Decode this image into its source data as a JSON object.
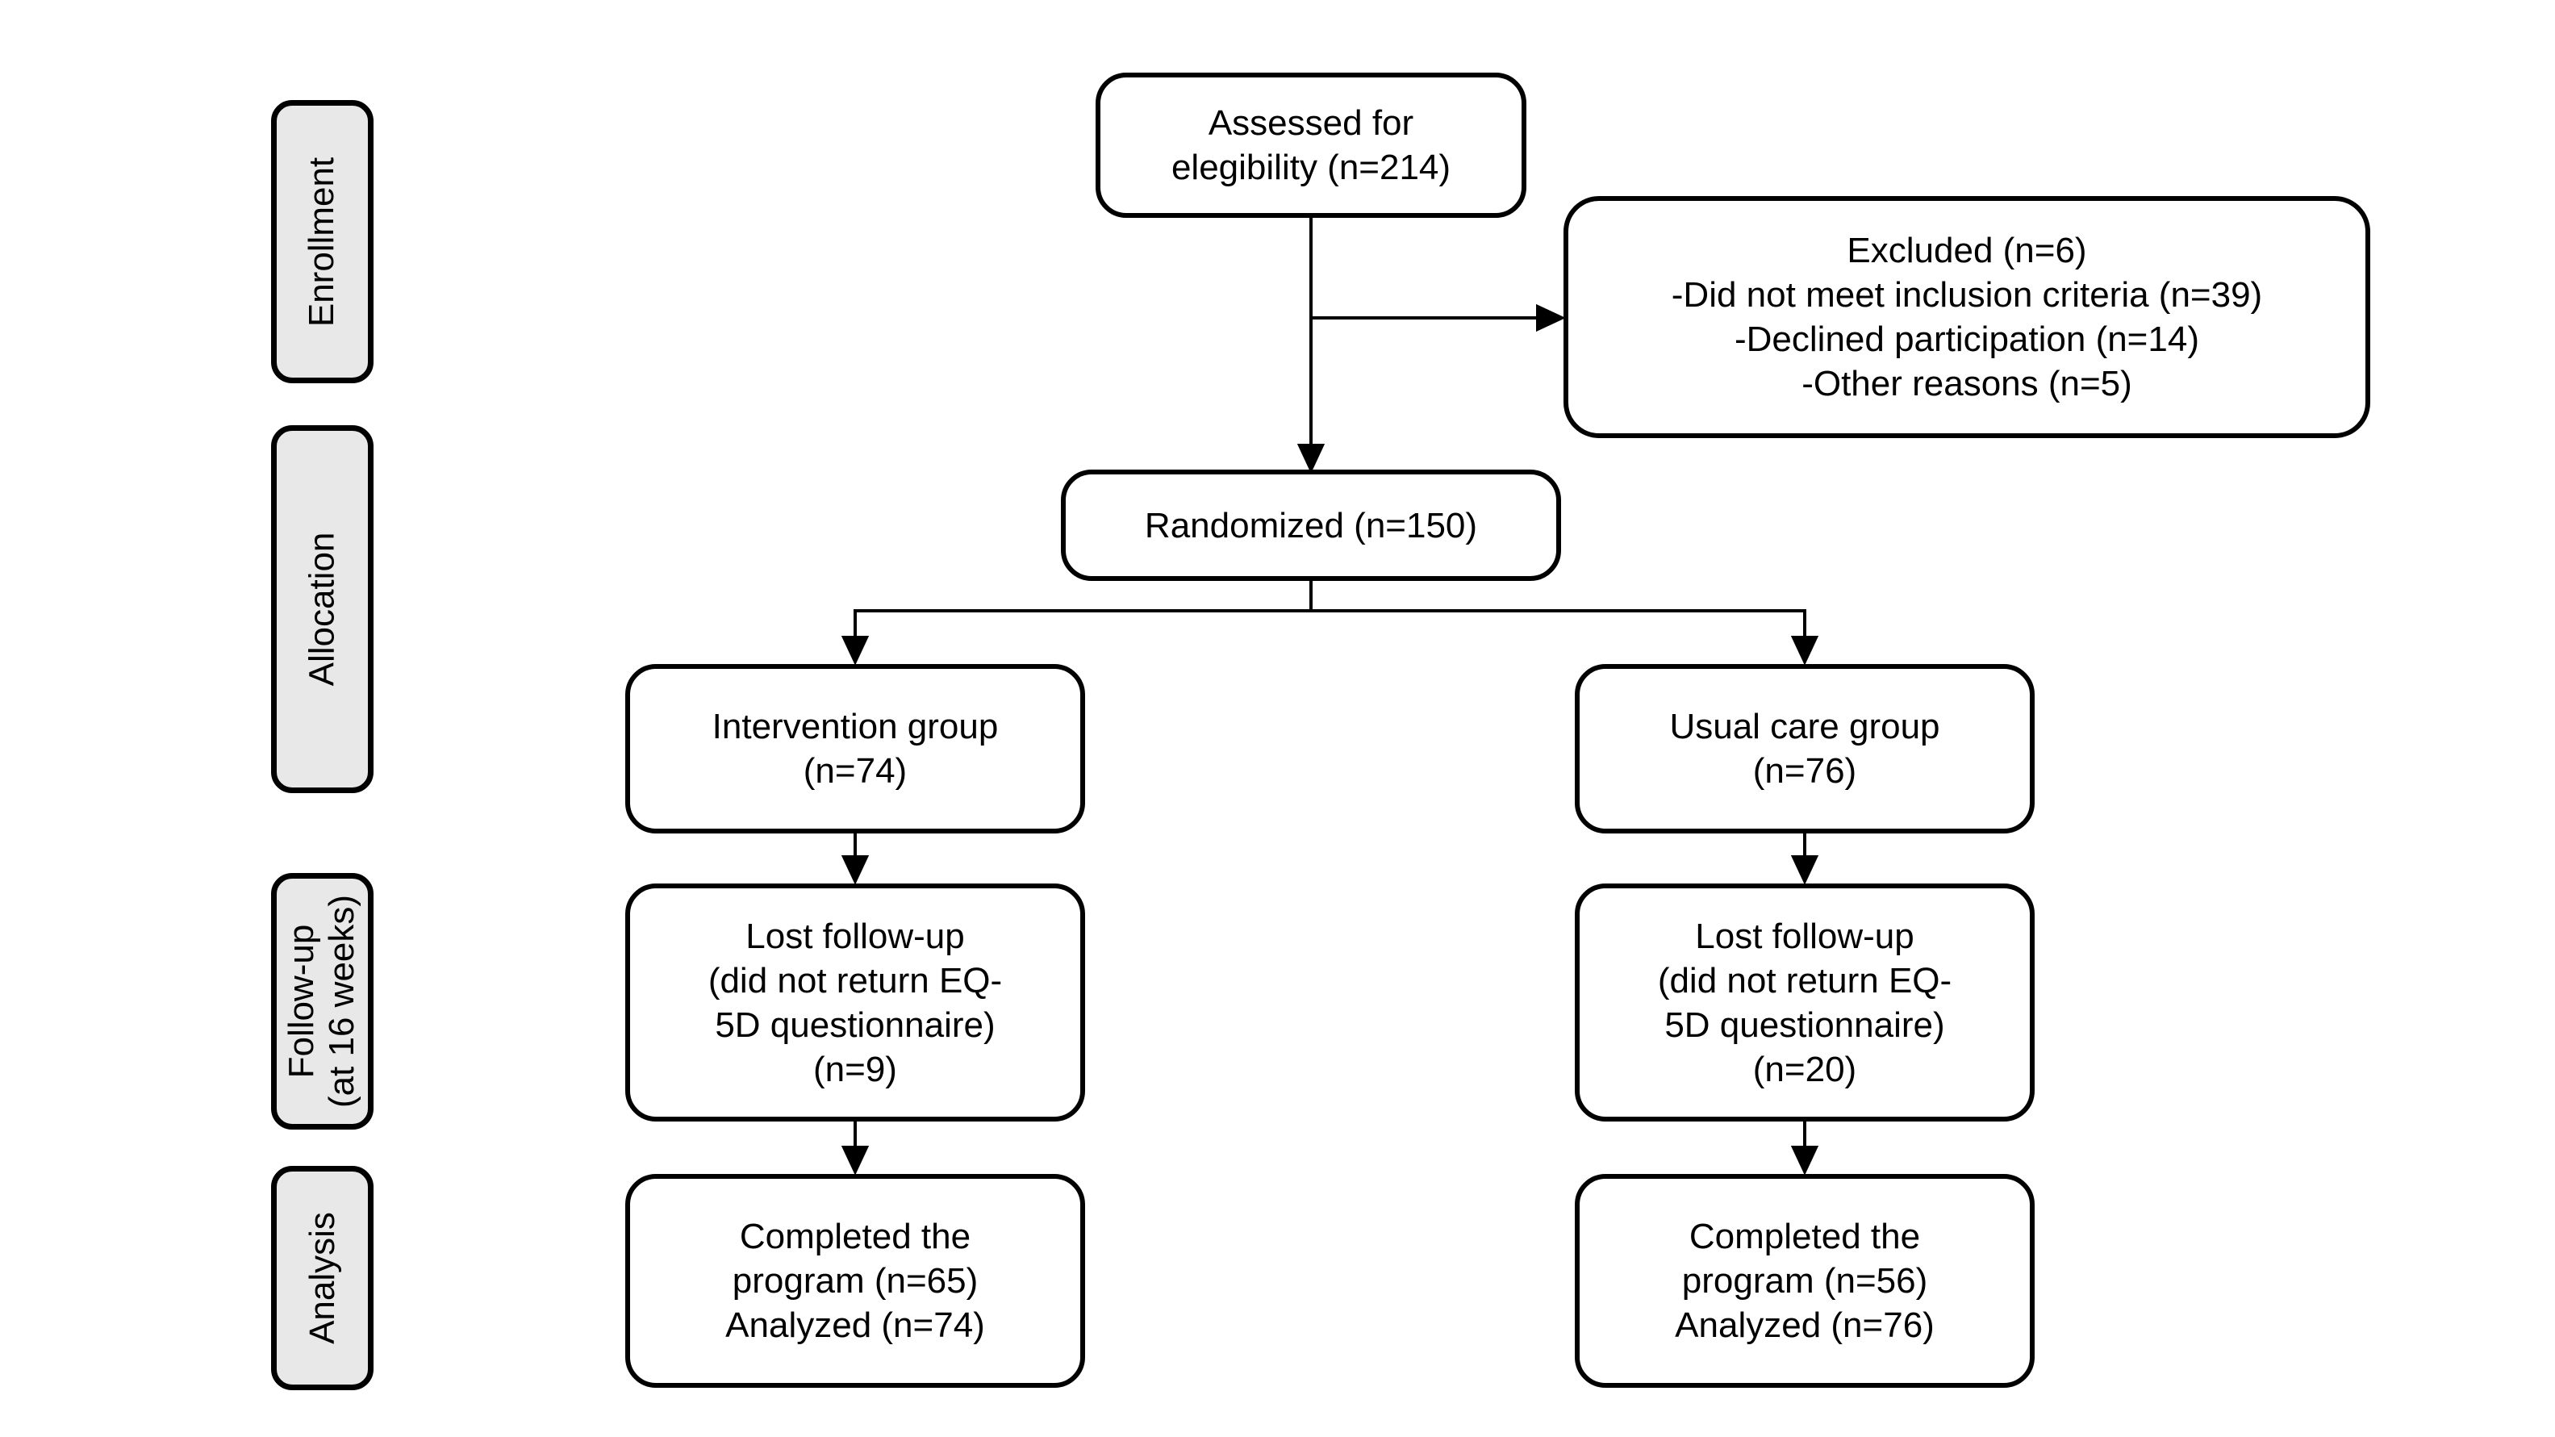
{
  "figure": {
    "type": "consort-flow-diagram",
    "colors": {
      "background": "#ffffff",
      "node_fill": "#ffffff",
      "node_border": "#000000",
      "stage_fill": "#e8e8e8",
      "text": "#000000",
      "connector": "#000000"
    }
  },
  "stages": [
    {
      "id": "enrollment",
      "lines": [
        "Enrollment"
      ]
    },
    {
      "id": "allocation",
      "lines": [
        "Allocation"
      ]
    },
    {
      "id": "followup",
      "lines": [
        "Follow-up",
        "(at 16 weeks)"
      ]
    },
    {
      "id": "analysis",
      "lines": [
        "Analysis"
      ]
    }
  ],
  "boxes": {
    "assessed": {
      "lines": [
        "Assessed for",
        "elegibility (n=214)"
      ]
    },
    "excluded": {
      "lines": [
        "Excluded (n=6)",
        "-Did not meet inclusion criteria (n=39)",
        "-Declined participation (n=14)",
        "-Other reasons (n=5)"
      ]
    },
    "randomized": {
      "lines": [
        "Randomized (n=150)"
      ]
    },
    "intervention": {
      "lines": [
        "Intervention group",
        "(n=74)"
      ]
    },
    "usual_care": {
      "lines": [
        "Usual care group",
        "(n=76)"
      ]
    },
    "lost_intervention": {
      "lines": [
        "Lost follow-up",
        "(did not return EQ-",
        "5D questionnaire)",
        "(n=9)"
      ]
    },
    "lost_usual": {
      "lines": [
        "Lost follow-up",
        "(did not return EQ-",
        "5D questionnaire)",
        "(n=20)"
      ]
    },
    "completed_intervention": {
      "lines": [
        "Completed the",
        "program (n=65)",
        "Analyzed (n=74)"
      ]
    },
    "completed_usual": {
      "lines": [
        "Completed the",
        "program (n=56)",
        "Analyzed (n=76)"
      ]
    }
  }
}
